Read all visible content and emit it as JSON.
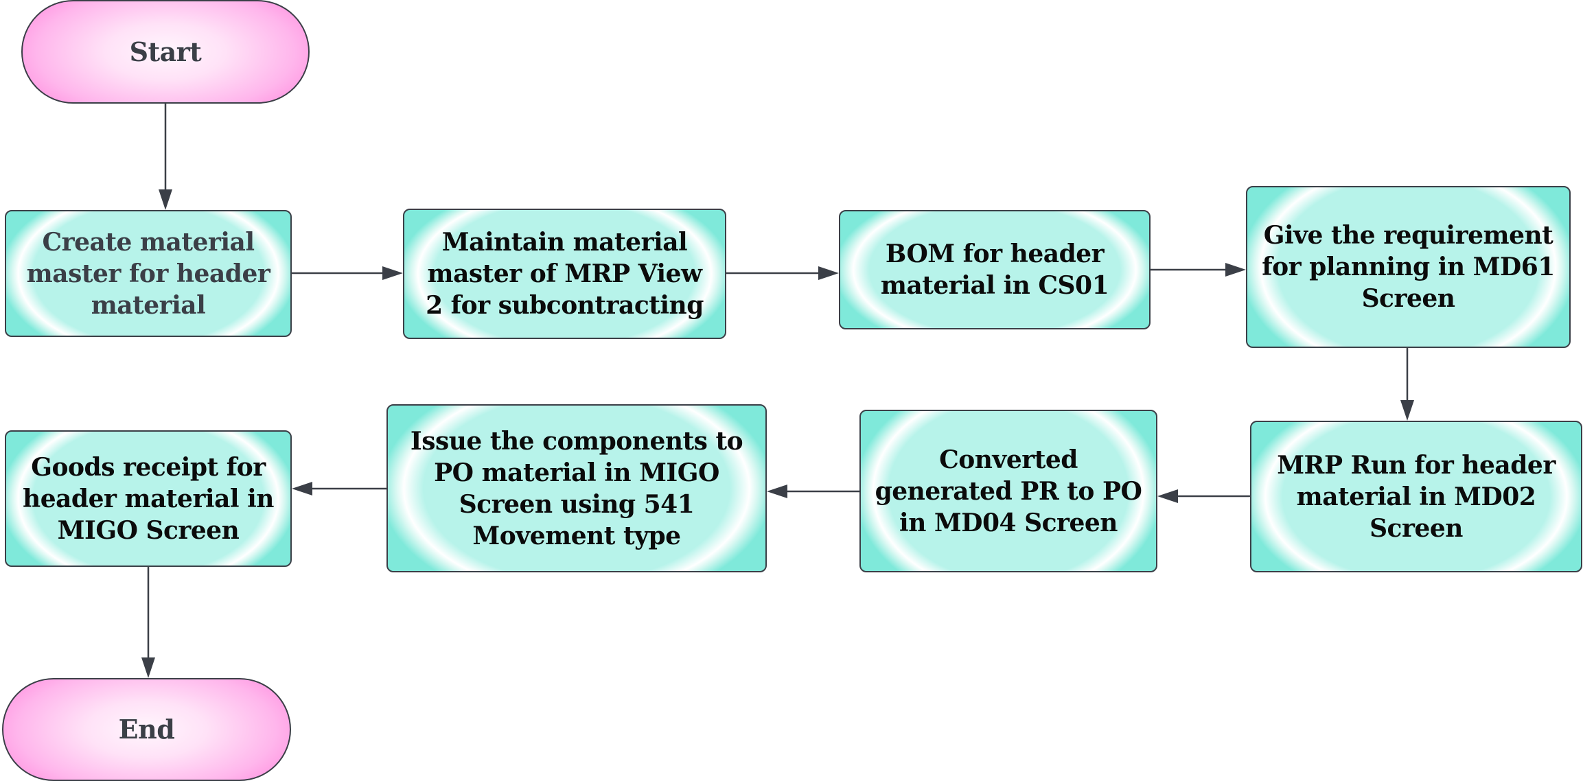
{
  "diagram": {
    "type": "flowchart",
    "colors": {
      "process_fill": "#7fe9da",
      "process_center": "#b7f3ea",
      "terminal_fill": "#ff8fdf",
      "stroke": "#3b3f47",
      "text": "#0b0b0b"
    },
    "nodes": [
      {
        "id": "start",
        "shape": "terminal",
        "lines": [
          "Start"
        ]
      },
      {
        "id": "create-material-master",
        "shape": "process",
        "lines": [
          "Create material",
          "master for header",
          "material"
        ]
      },
      {
        "id": "maintain-mrp-view-2",
        "shape": "process",
        "lines": [
          "Maintain material",
          "master of MRP View",
          "2 for subcontracting"
        ]
      },
      {
        "id": "bom-cs01",
        "shape": "process",
        "lines": [
          "BOM for header",
          "material in CS01"
        ]
      },
      {
        "id": "requirement-md61",
        "shape": "process",
        "lines": [
          "Give the requirement",
          "for planning in MD61",
          "Screen"
        ]
      },
      {
        "id": "mrp-run-md02",
        "shape": "process",
        "lines": [
          "MRP Run for header",
          "material in MD02",
          "Screen"
        ]
      },
      {
        "id": "convert-pr-po-md04",
        "shape": "process",
        "lines": [
          "Converted",
          "generated PR to PO",
          "in MD04 Screen"
        ]
      },
      {
        "id": "issue-components-migo",
        "shape": "process",
        "lines": [
          "Issue the components to",
          "PO material in MIGO",
          "Screen using 541",
          "Movement type"
        ]
      },
      {
        "id": "goods-receipt-migo",
        "shape": "process",
        "lines": [
          "Goods receipt for",
          "header material in",
          "MIGO Screen"
        ]
      },
      {
        "id": "end",
        "shape": "terminal",
        "lines": [
          "End"
        ]
      }
    ],
    "edges": [
      {
        "from": "start",
        "to": "create-material-master"
      },
      {
        "from": "create-material-master",
        "to": "maintain-mrp-view-2"
      },
      {
        "from": "maintain-mrp-view-2",
        "to": "bom-cs01"
      },
      {
        "from": "bom-cs01",
        "to": "requirement-md61"
      },
      {
        "from": "requirement-md61",
        "to": "mrp-run-md02"
      },
      {
        "from": "mrp-run-md02",
        "to": "convert-pr-po-md04"
      },
      {
        "from": "convert-pr-po-md04",
        "to": "issue-components-migo"
      },
      {
        "from": "issue-components-migo",
        "to": "goods-receipt-migo"
      },
      {
        "from": "goods-receipt-migo",
        "to": "end"
      }
    ]
  }
}
